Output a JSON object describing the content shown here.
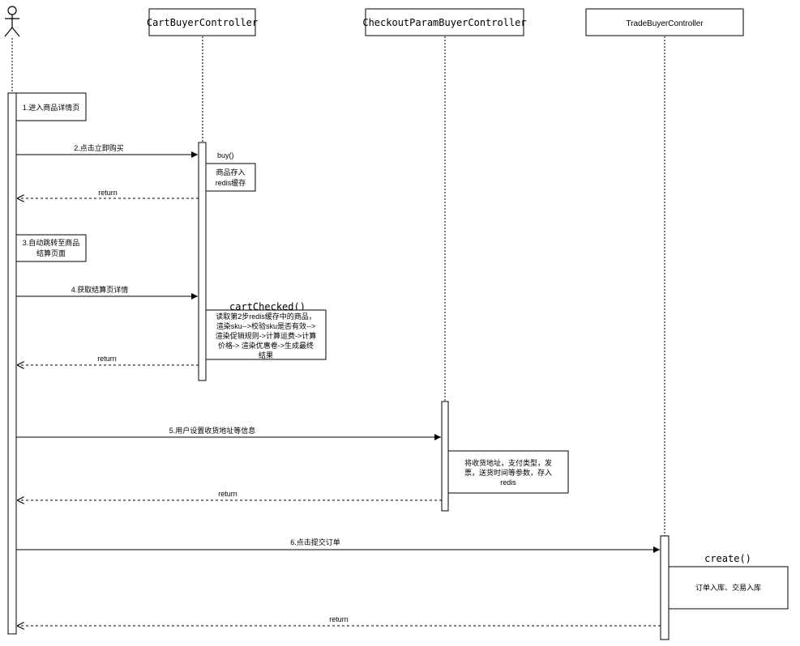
{
  "lifelines": [
    {
      "id": "actor",
      "label": ""
    },
    {
      "id": "cart",
      "label": "CartBuyerController"
    },
    {
      "id": "checkout",
      "label": "CheckoutParamBuyerController"
    },
    {
      "id": "trade",
      "label": "TradeBuyerController"
    }
  ],
  "steps": {
    "s1": "1.进入商品详情页",
    "s2": "2.点击立即购买",
    "s3_line1": "3.自动跳转至商品",
    "s3_line2": "结算页面",
    "s4": "4.获取结算页详情",
    "s5": "5.用户设置收货地址等信息",
    "s6": "6.点击提交订单"
  },
  "returns": {
    "r1": "return",
    "r2": "return",
    "r3": "return",
    "r4": "return"
  },
  "methods": {
    "buy": "buy()",
    "cartChecked": "cartChecked()",
    "create": "create()"
  },
  "notes": {
    "buy_line1": "商品存入",
    "buy_line2": "redis缓存",
    "checked_line1": "读取第2步redis缓存中的商品，",
    "checked_line2": "渲染sku-->校验sku是否有效-->",
    "checked_line3": "渲染促销规则->计算运费->计算",
    "checked_line4": "价格-> 渲染优惠卷->生成最终",
    "checked_line5": "结果",
    "checkout_line1": "将收货地址，支付类型，发",
    "checkout_line2": "票，送货时间等参数，存入",
    "checkout_line3": "redis",
    "trade_line1": "订单入库、交易入库"
  }
}
